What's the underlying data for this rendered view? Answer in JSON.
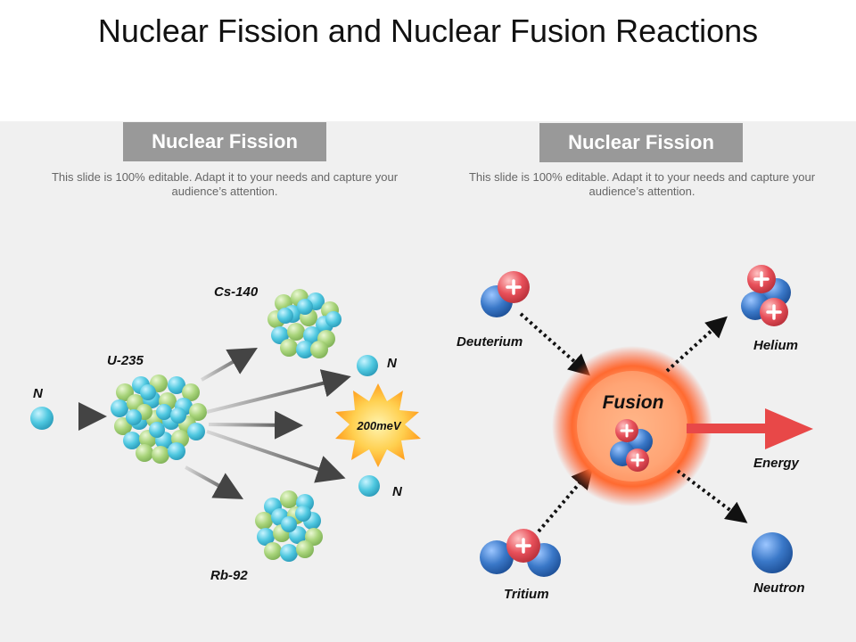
{
  "title": "Nuclear Fission and Nuclear Fusion Reactions",
  "left_panel": {
    "heading": "Nuclear Fission",
    "description": "This slide is 100% editable. Adapt it to your needs and capture your audience’s attention.",
    "labels": {
      "neutron_in": "N",
      "u235": "U-235",
      "cs140": "Cs-140",
      "rb92": "Rb-92",
      "neutron_out_1": "N",
      "neutron_out_2": "N",
      "energy": "200meV"
    }
  },
  "right_panel": {
    "heading": "Nuclear Fission",
    "description": "This slide is 100% editable. Adapt it to your needs and capture your audience’s attention.",
    "labels": {
      "deuterium": "Deuterium",
      "tritium": "Tritium",
      "fusion": "Fusion",
      "helium": "Helium",
      "energy": "Energy",
      "neutron": "Neutron"
    }
  },
  "colors": {
    "tag_bg": "#999999",
    "proton": "#e8505a",
    "neutron_blue": "#3a78c8",
    "nucleus_green": "#a8d47a",
    "nucleus_cyan": "#4fc8e0",
    "energy_arrow": "#e84848",
    "burst": "#ffb030"
  }
}
